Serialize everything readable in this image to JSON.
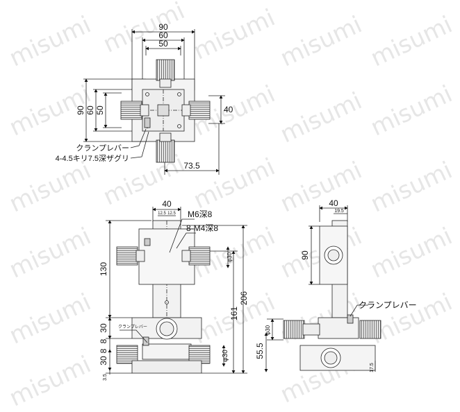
{
  "watermark": "misumi",
  "top_view": {
    "dims_top": [
      "90",
      "60",
      "50"
    ],
    "dims_left": [
      "90",
      "60",
      "50"
    ],
    "dim_right": "40",
    "dim_bottom": "73.5",
    "callout_lines": [
      "クランプレバー",
      "4-4.5キリ7.5深ザグリ"
    ]
  },
  "front_view": {
    "dim_top": "40",
    "dim_small_left": "12.5",
    "dim_small_right": "12.5",
    "callout_m6": "M6深8",
    "callout_m4": "8-M4深8",
    "dim_phi_upper": "φ30",
    "dim_130": "130",
    "dim_206": "206",
    "dim_161": "161",
    "dim_30_upper": "30",
    "dim_8_upper": "8",
    "dim_8_lower": "8",
    "dim_30_lower": "30",
    "dim_3_5": "3.5",
    "dim_phi_lower": "φ30",
    "clamp_label": "クランプレバー"
  },
  "side_view": {
    "dim_top": "40",
    "dim_top_small": "19.5",
    "dim_90": "90",
    "dim_phi": "φ30",
    "dim_55_5": "55.5",
    "dim_17_5": "17.5",
    "clamp_label": "クランプレバー"
  }
}
